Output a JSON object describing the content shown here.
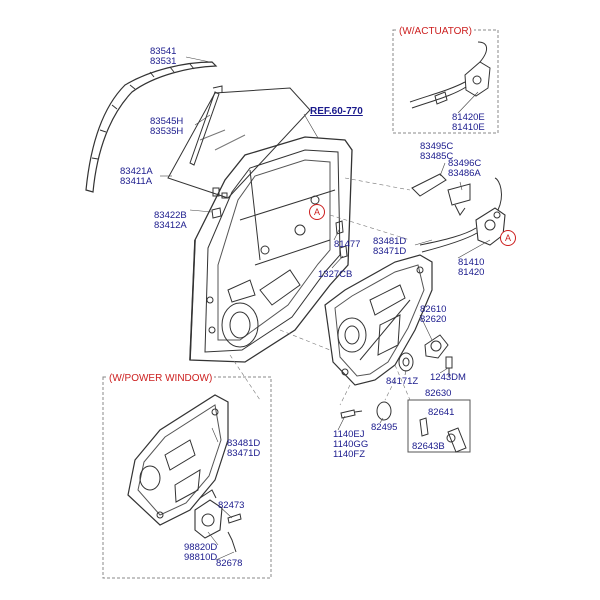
{
  "colors": {
    "label": "#1a1a8c",
    "box_title": "#cc1f1f",
    "line": "#333333",
    "box_border": "#999999"
  },
  "boxes": {
    "actuator": {
      "title": "(W/ACTUATOR)"
    },
    "power_window": {
      "title": "(W/POWER WINDOW)"
    }
  },
  "ref": "REF.60-770",
  "markers": {
    "a1": "A",
    "a2": "A"
  },
  "labels": {
    "p83541": [
      "83541",
      "83531"
    ],
    "p83545": [
      "83545H",
      "83535H"
    ],
    "p83421": [
      "83421A",
      "83411A"
    ],
    "p83422": [
      "83422B",
      "83412A"
    ],
    "p81420e": [
      "81420E",
      "81410E"
    ],
    "p83495": [
      "83495C",
      "83485C"
    ],
    "p83496": [
      "83496C",
      "83486A"
    ],
    "p81477": [
      "81477"
    ],
    "p1327": [
      "1327CB"
    ],
    "p83481a": [
      "83481D",
      "83471D"
    ],
    "p81410": [
      "81410",
      "81420"
    ],
    "p82610": [
      "82610",
      "82620"
    ],
    "p84171": [
      "84171Z"
    ],
    "p1243": [
      "1243DM"
    ],
    "p82630": [
      "82630"
    ],
    "p82641": [
      "82641"
    ],
    "p82643": [
      "82643B"
    ],
    "p1140": [
      "1140EJ",
      "1140GG",
      "1140FZ"
    ],
    "p82495": [
      "82495"
    ],
    "p83481b": [
      "83481D",
      "83471D"
    ],
    "p82473": [
      "82473"
    ],
    "p98820": [
      "98820D",
      "98810D"
    ],
    "p82678": [
      "82678"
    ]
  }
}
